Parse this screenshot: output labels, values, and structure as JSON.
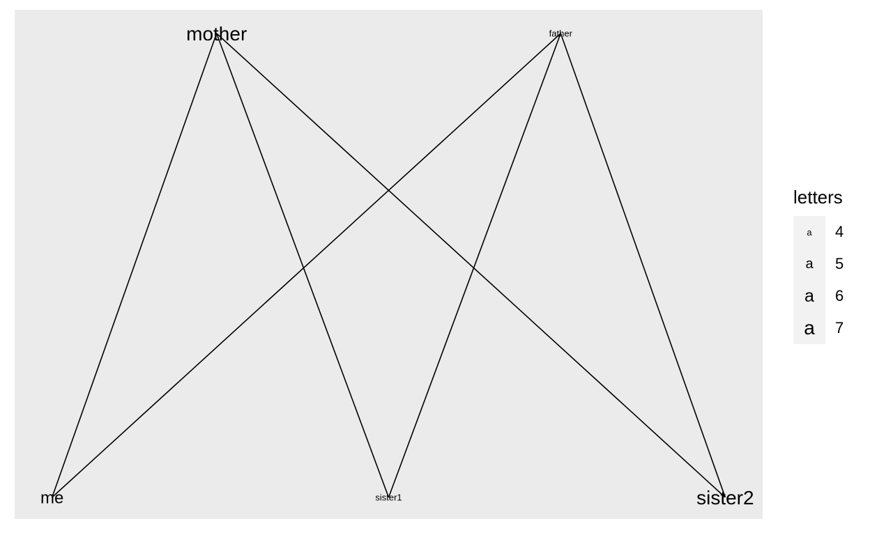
{
  "chart_data": {
    "type": "network",
    "nodes": [
      {
        "id": "mother",
        "label": "mother",
        "letters": 7,
        "x": 0.27,
        "y": 1
      },
      {
        "id": "father",
        "label": "father",
        "letters": 4,
        "x": 0.73,
        "y": 1
      },
      {
        "id": "me",
        "label": "me",
        "letters": 6,
        "x": 0.05,
        "y": 0
      },
      {
        "id": "sister1",
        "label": "sister1",
        "letters": 4,
        "x": 0.5,
        "y": 0
      },
      {
        "id": "sister2",
        "label": "sister2",
        "letters": 7,
        "x": 0.95,
        "y": 0
      }
    ],
    "edges": [
      {
        "from": "mother",
        "to": "me"
      },
      {
        "from": "mother",
        "to": "sister1"
      },
      {
        "from": "mother",
        "to": "sister2"
      },
      {
        "from": "father",
        "to": "me"
      },
      {
        "from": "father",
        "to": "sister1"
      },
      {
        "from": "father",
        "to": "sister2"
      }
    ],
    "panel_background": "#ebebeb",
    "edge_color": "#000000",
    "legend": {
      "title": "letters",
      "position": "right",
      "keys": [
        {
          "symbol": "a",
          "label": "4",
          "value": 4
        },
        {
          "symbol": "a",
          "label": "5",
          "value": 5
        },
        {
          "symbol": "a",
          "label": "6",
          "value": 6
        },
        {
          "symbol": "a",
          "label": "7",
          "value": 7
        }
      ]
    }
  }
}
